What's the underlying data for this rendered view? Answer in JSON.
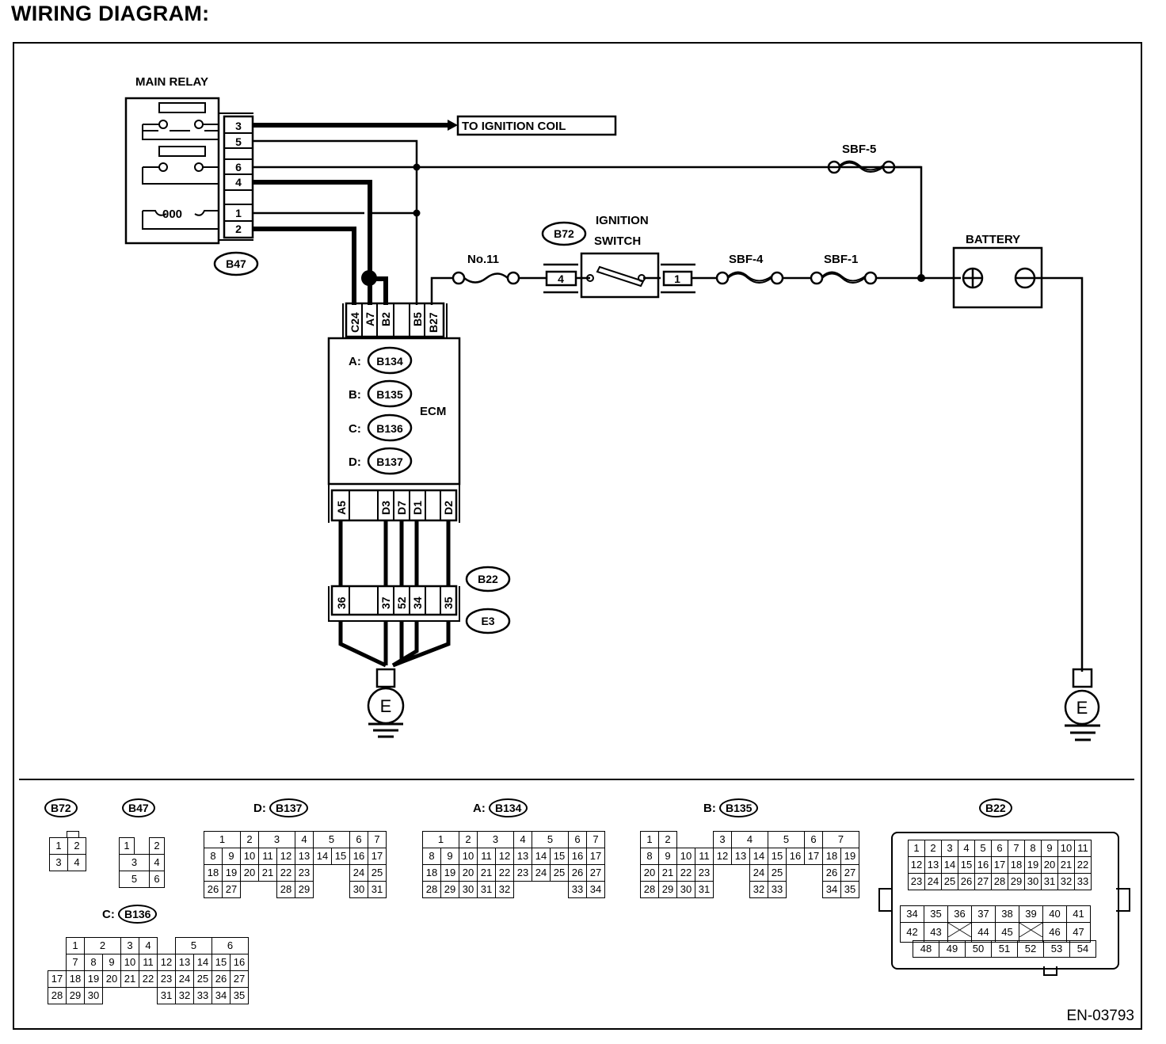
{
  "heading": "WIRING DIAGRAM:",
  "document_id": "EN-03793",
  "components": {
    "main_relay": {
      "label": "MAIN RELAY",
      "connector": "B47",
      "pins": [
        "3",
        "5",
        "6",
        "4",
        "1",
        "2"
      ]
    },
    "ignition_coil": {
      "label": "TO IGNITION COIL"
    },
    "ignition_switch": {
      "label_line1": "IGNITION",
      "label_line2": "SWITCH",
      "connector": "B72",
      "pin_in": "4",
      "pin_out": "1"
    },
    "fuses": {
      "no11": "No.11",
      "sbf4": "SBF-4",
      "sbf1": "SBF-1",
      "sbf5": "SBF-5"
    },
    "battery": {
      "label": "BATTERY",
      "plus": "⊕",
      "minus": "⊖"
    },
    "ecm": {
      "label": "ECM",
      "connectors": [
        {
          "letter": "A:",
          "id": "B134"
        },
        {
          "letter": "B:",
          "id": "B135"
        },
        {
          "letter": "C:",
          "id": "B136"
        },
        {
          "letter": "D:",
          "id": "B137"
        }
      ],
      "top_pins": [
        "C24",
        "A7",
        "B2",
        "",
        "B5",
        "B27"
      ],
      "bottom_pins": [
        "A5",
        "",
        "D3",
        "D7",
        "D1",
        "",
        "D2"
      ]
    },
    "joint_connector": {
      "upper": "B22",
      "lower": "E3",
      "pins": [
        "36",
        "",
        "37",
        "52",
        "34",
        "",
        "35"
      ]
    },
    "ground": {
      "label": "E"
    }
  },
  "connector_views": {
    "b72": {
      "title": "B72",
      "rows": [
        [
          "1",
          "2"
        ],
        [
          "3",
          "4"
        ]
      ]
    },
    "b47": {
      "title": "B47",
      "rows": [
        [
          "1",
          "",
          "2"
        ],
        [
          "3",
          "4"
        ],
        [
          "5",
          "6"
        ]
      ]
    },
    "b137": {
      "prefix": "D:",
      "title": "B137",
      "rows": [
        [
          "1",
          "2",
          "3",
          "4",
          "5",
          "6",
          "7"
        ],
        [
          "8",
          "9",
          "10",
          "11",
          "12",
          "13",
          "14",
          "15",
          "16",
          "17"
        ],
        [
          "18",
          "19",
          "20",
          "21",
          "22",
          "23",
          "",
          "",
          "24",
          "25"
        ],
        [
          "26",
          "27",
          "",
          "",
          "28",
          "29",
          "",
          "",
          "30",
          "31"
        ]
      ]
    },
    "b134": {
      "prefix": "A:",
      "title": "B134",
      "rows": [
        [
          "1",
          "2",
          "3",
          "4",
          "5",
          "6",
          "7"
        ],
        [
          "8",
          "9",
          "10",
          "11",
          "12",
          "13",
          "14",
          "15",
          "16",
          "17"
        ],
        [
          "18",
          "19",
          "20",
          "21",
          "22",
          "23",
          "24",
          "25",
          "26",
          "27"
        ],
        [
          "28",
          "29",
          "30",
          "31",
          "32",
          "",
          "",
          "",
          "33",
          "34"
        ]
      ]
    },
    "b135": {
      "prefix": "B:",
      "title": "B135",
      "rows": [
        [
          "1",
          "2",
          "",
          "3",
          "4",
          "5",
          "6",
          "7"
        ],
        [
          "8",
          "9",
          "10",
          "11",
          "12",
          "13",
          "14",
          "15",
          "16",
          "17",
          "18",
          "19"
        ],
        [
          "20",
          "21",
          "22",
          "23",
          "",
          "",
          "24",
          "25",
          "",
          "",
          "26",
          "27"
        ],
        [
          "28",
          "29",
          "30",
          "31",
          "",
          "",
          "32",
          "33",
          "",
          "",
          "34",
          "35"
        ]
      ]
    },
    "b136": {
      "prefix": "C:",
      "title": "B136",
      "rows": [
        [
          "",
          "1",
          "2",
          "3",
          "4",
          "",
          "5",
          "6"
        ],
        [
          "",
          "7",
          "8",
          "9",
          "10",
          "11",
          "12",
          "13",
          "14",
          "15",
          "16"
        ],
        [
          "17",
          "18",
          "19",
          "20",
          "21",
          "22",
          "23",
          "24",
          "25",
          "26",
          "27"
        ],
        [
          "28",
          "29",
          "30",
          "",
          "",
          "",
          "31",
          "32",
          "33",
          "34",
          "35"
        ]
      ]
    },
    "b22": {
      "title": "B22",
      "rows_upper": [
        [
          "1",
          "2",
          "3",
          "4",
          "5",
          "6",
          "7",
          "8",
          "9",
          "10",
          "11"
        ],
        [
          "12",
          "13",
          "14",
          "15",
          "16",
          "17",
          "18",
          "19",
          "20",
          "21",
          "22"
        ],
        [
          "23",
          "24",
          "25",
          "26",
          "27",
          "28",
          "29",
          "30",
          "31",
          "32",
          "33"
        ]
      ],
      "rows_lower": [
        [
          "34",
          "35",
          "36",
          "37",
          "38",
          "39",
          "40",
          "41"
        ],
        [
          "42",
          "43",
          "X",
          "44",
          "45",
          "X",
          "46",
          "47"
        ],
        [
          "48",
          "49",
          "50",
          "51",
          "52",
          "53",
          "54"
        ]
      ]
    }
  }
}
